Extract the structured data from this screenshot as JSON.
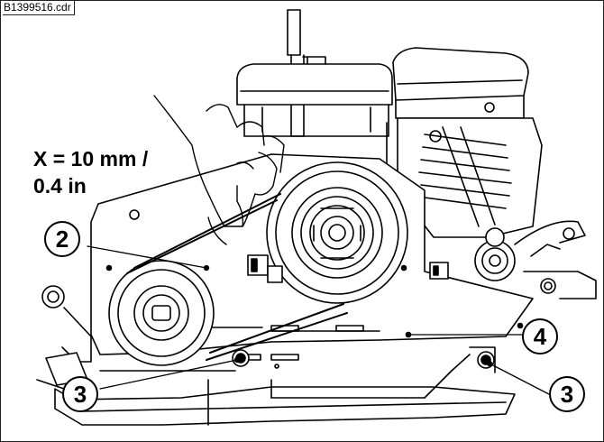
{
  "file_name": "B1399516.cdr",
  "measurement": {
    "line1": "X = 10 mm /",
    "line2": "0.4 in"
  },
  "callouts": {
    "belt": "2",
    "bolt_left": "3",
    "bolt_right": "3",
    "guard_plate": "4"
  }
}
